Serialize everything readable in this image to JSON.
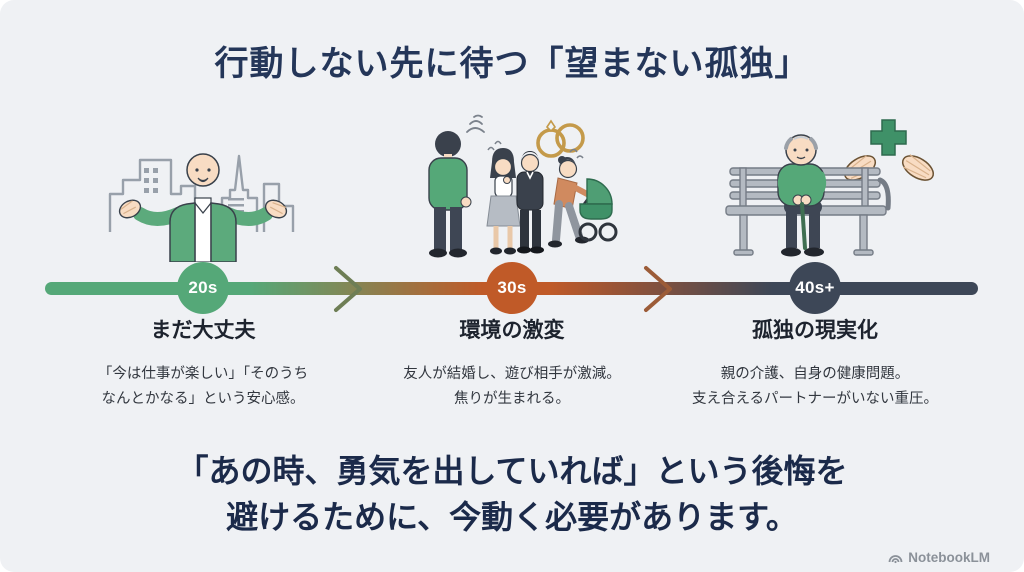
{
  "slide": {
    "title": "行動しない先に待つ「望まない孤独」",
    "background_color": "#eff1f4",
    "title_color": "#243659"
  },
  "timeline": {
    "gradient_colors": [
      "#55a878",
      "#c05a28",
      "#3d4757"
    ],
    "arrow_colors": [
      "#6e7e55",
      "#9c5c38"
    ],
    "stages": [
      {
        "age": "20s",
        "circle_color": "#55a878",
        "heading": "まだ大丈夫",
        "desc_line1": "「今は仕事が楽しい」「そのうち",
        "desc_line2": "なんとかなる」という安心感。",
        "illustration": "young-man-open-arms-city"
      },
      {
        "age": "30s",
        "circle_color": "#c05a28",
        "heading": "環境の激変",
        "desc_line1": "友人が結婚し、遊び相手が激減。",
        "desc_line2": "焦りが生まれる。",
        "illustration": "man-watching-married-friends-and-stroller"
      },
      {
        "age": "40s+",
        "circle_color": "#3d4757",
        "heading": "孤独の現実化",
        "desc_line1": "親の介護、自身の健康問題。",
        "desc_line2": "支え合えるパートナーがいない重圧。",
        "illustration": "elderly-man-on-bench-care-hands"
      }
    ]
  },
  "conclusion": {
    "line1": "「あの時、勇気を出していれば」という後悔を",
    "line2": "避けるために、今動く必要があります。"
  },
  "watermark": {
    "label": "NotebookLM"
  }
}
